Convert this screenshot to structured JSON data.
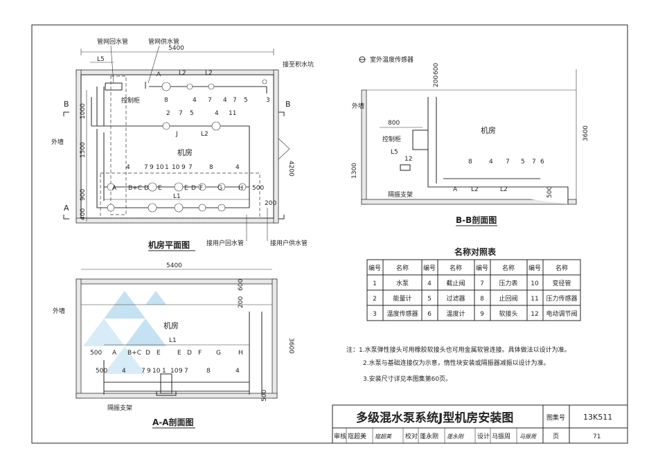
{
  "plan": {
    "title": "机房平面图",
    "dim_total": "5400",
    "label_return": "管网回水管",
    "label_supply": "管网供水管",
    "label_sump": "接至积水坑",
    "label_control": "控制柜",
    "label_wall": "外墙",
    "label_room": "机房",
    "label_user_return": "接用户回水管",
    "label_user_supply": "接用户供水管",
    "dims": [
      "L5",
      "L2",
      "L2",
      "1000",
      "1500",
      "900",
      "400",
      "L2",
      "L1",
      "500",
      "200",
      "4200"
    ],
    "section_marks": [
      "A",
      "A",
      "B",
      "B"
    ],
    "row_letters": [
      "A",
      "B+C",
      "D",
      "E",
      "E",
      "D",
      "F",
      "G",
      "H"
    ],
    "nums_top": [
      "8",
      "4",
      "7",
      "4",
      "7",
      "5",
      "3"
    ],
    "nums_mid": [
      "2",
      "7",
      "5",
      "4",
      "11"
    ],
    "nums_row": [
      "4",
      "7",
      "9",
      "10",
      "1",
      "10",
      "9",
      "7",
      "8",
      "4"
    ],
    "letter_J": "J"
  },
  "section_aa": {
    "title": "A-A剖面图",
    "dim_total": "5400",
    "label_wall": "外墙",
    "label_room": "机房",
    "label_support": "隔振支架",
    "L1": "L1",
    "dims": [
      "200",
      "600",
      "3600",
      "500",
      "500"
    ],
    "letters": [
      "500",
      "A",
      "B+C",
      "D",
      "E",
      "E",
      "D",
      "F",
      "G",
      "H"
    ],
    "nums": [
      "4",
      "7",
      "9",
      "10",
      "1",
      "10",
      "9",
      "7",
      "8",
      "4"
    ]
  },
  "section_bb": {
    "title": "B-B剖面图",
    "label_sensor": "室外温度传感器",
    "label_wall": "外墙",
    "label_room": "机房",
    "label_control": "控制柜",
    "label_support": "隔振支架",
    "dims": [
      "200",
      "600",
      "800",
      "3600",
      "1300",
      "500",
      "L5"
    ],
    "nums": [
      "12",
      "8",
      "4",
      "7",
      "5",
      "7",
      "6"
    ],
    "letters": [
      "A",
      "L2",
      "L2"
    ]
  },
  "legend": {
    "title": "名称对照表",
    "headers": [
      "编号",
      "名称",
      "编号",
      "名称",
      "编号",
      "名称",
      "编号",
      "名称"
    ],
    "rows": [
      [
        "1",
        "水泵",
        "4",
        "截止阀",
        "7",
        "压力表",
        "10",
        "变径管"
      ],
      [
        "2",
        "能量计",
        "5",
        "过滤器",
        "8",
        "止回阀",
        "11",
        "压力传感器"
      ],
      [
        "3",
        "温度传感器",
        "6",
        "温度计",
        "9",
        "软接头",
        "12",
        "电动调节阀"
      ]
    ]
  },
  "notes": [
    "注：1.水泵弹性接头可用橡胶软接头也可用金属软管连接。具体做法以设计为准。",
    "2.水泵与基础连接仅为示意，惰性块安装或隔振器减振以设计为准。",
    "3.安装尺寸详见本图集第60页。"
  ],
  "title_block": {
    "drawing_title": "多级混水泵系统J型机房安装图",
    "atlas_label": "图集号",
    "atlas_no": "13K511",
    "review_label": "审核",
    "review_name": "寇超美",
    "review_sig": "寇超美",
    "check_label": "校对",
    "check_name": "蓬永刚",
    "check_sig": "蓬永刚",
    "design_label": "设计",
    "design_name": "马振周",
    "design_sig": "马振周",
    "page_label": "页",
    "page_no": "71"
  }
}
